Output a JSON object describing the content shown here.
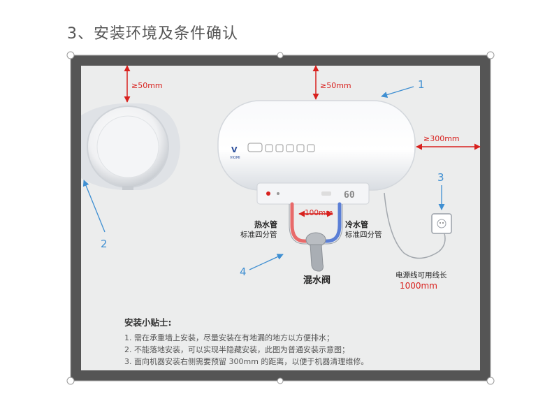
{
  "title": "3、安装环境及条件确认",
  "labels": {
    "clear_top_left": "≥50mm",
    "clear_top_right": "≥50mm",
    "clear_side": "≥300mm",
    "pipe_gap": "100mm",
    "hot_pipe": "热水管",
    "hot_pipe_std": "标准四分管",
    "cold_pipe": "冷水管",
    "cold_pipe_std": "标准四分管",
    "mixer": "混水阀",
    "cable_len_label": "电源线可用线长",
    "cable_len": "1000mm",
    "brand": "VIOMI",
    "display": "60",
    "callouts": [
      "1",
      "2",
      "3",
      "4"
    ]
  },
  "tips": {
    "title": "安装小贴士:",
    "items": [
      "1. 需在承重墙上安装，尽量安装在有地漏的地方以方便排水；",
      "2. 不能落地安装，可以实现半隐藏安装，此图为普通安装示意图；",
      "3. 面向机器安装右侧需要预留 300mm 的距离，以便于机器清理维修。"
    ]
  },
  "colors": {
    "frame": "#555555",
    "wall": "#eceded",
    "dimension": "#d8211e",
    "callout": "#3f8fd2",
    "hot_pipe": "#e86a6a",
    "cold_pipe": "#5b7fd6"
  }
}
